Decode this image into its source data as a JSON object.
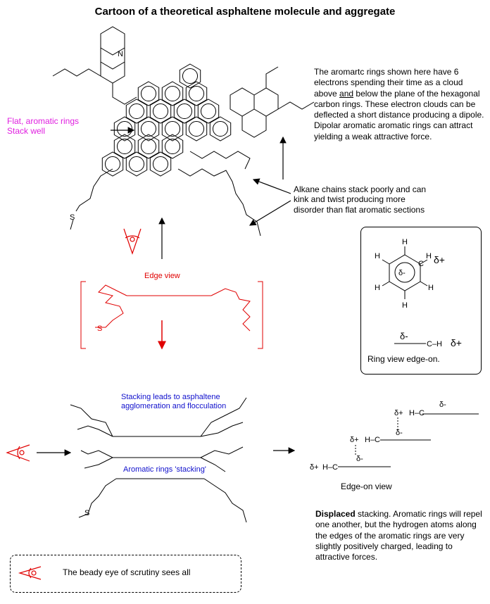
{
  "title": "Cartoon of a theoretical asphaltene molecule and aggregate",
  "description": {
    "line1": "The aromartc rings shown here have 6 electrons spending their time as a cloud above ",
    "underlined": "and",
    "line2": " below the plane of the hexagonal carbon rings. These electron clouds can be deflected a short distance producing a dipole. Dipolar aromatic aromatic rings can attract yielding a weak attractive force."
  },
  "flat_label": {
    "line1": "Flat, aromatic rings",
    "line2": "Stack well"
  },
  "alkane_label": "Alkane chains stack poorly and can kink and twist producing more disorder than flat  aromatic sections",
  "edge_view_label": "Edge view",
  "stacking_label": "Stacking leads to asphaltene agglomeration and flocculation",
  "aromatic_stacking_label": "Aromatic rings 'stacking'",
  "edge_on_view_label": "Edge-on view",
  "displaced": {
    "bold": "Displaced",
    "rest": " stacking. Aromatic rings will repel one another, but the hydrogen atoms along the edges of the aromatic rings are very slightly positively charged, leading to attractive forces."
  },
  "ring_box": {
    "caption": "Ring view edge-on.",
    "h": "H",
    "c": "C",
    "c_h": "C–H",
    "delta_plus": "δ+",
    "delta_minus": "δ-"
  },
  "molecule": {
    "n": "N",
    "s": "S"
  },
  "edge_on": {
    "h_c": "H–C",
    "delta_plus": "δ+",
    "delta_minus": "δ-"
  },
  "legend_text": "The beady eye of scrutiny sees all",
  "colors": {
    "red": "#e00000",
    "magenta": "#e020e0",
    "blue": "#1010cc"
  }
}
